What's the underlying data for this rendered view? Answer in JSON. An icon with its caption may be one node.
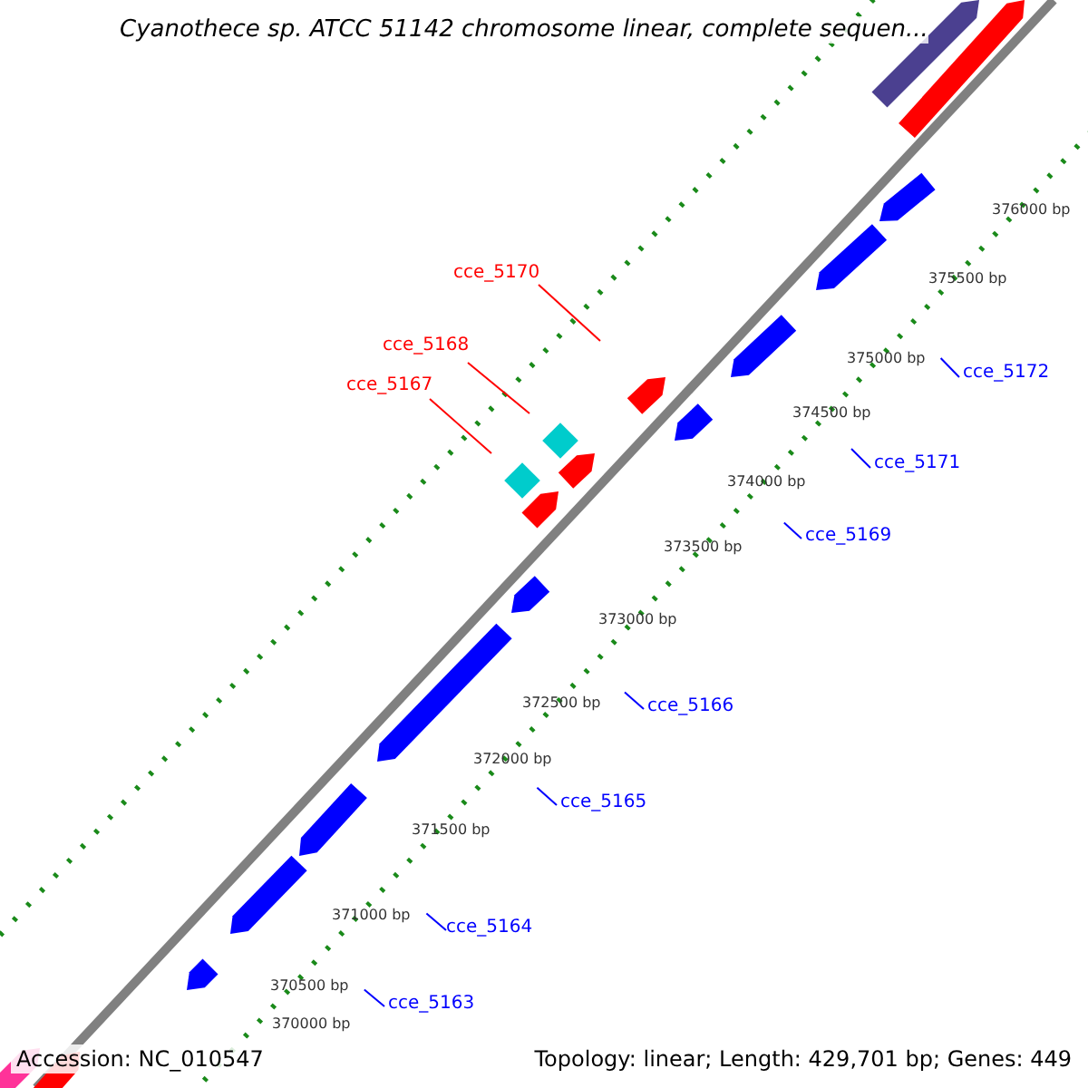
{
  "diagram": {
    "title": "Cyanothece sp. ATCC 51142 chromosome linear, complete sequen...",
    "nodes": [
      {
        "text": [
          "cce_5170"
        ]
      },
      {
        "text": [
          "cce_5168"
        ]
      },
      {
        "text": [
          "cce_5167"
        ]
      },
      {
        "text": [
          "cce_5172"
        ]
      },
      {
        "text": [
          "cce_5171"
        ]
      },
      {
        "text": [
          "cce_5169"
        ]
      },
      {
        "text": [
          "cce_5166"
        ]
      },
      {
        "text": [
          "cce_5165"
        ]
      },
      {
        "text": [
          "cce_5164"
        ]
      },
      {
        "text": [
          "cce_5163"
        ]
      }
    ],
    "edges": [
      {
        "from": 0,
        "to": null,
        "arrow": "none",
        "color": "#ff0000"
      },
      {
        "from": 1,
        "to": null,
        "arrow": "none",
        "color": "#ff0000"
      },
      {
        "from": 2,
        "to": null,
        "arrow": "none",
        "color": "#ff0000"
      },
      {
        "from": 3,
        "to": null,
        "arrow": "none"
      },
      {
        "from": 4,
        "to": null,
        "arrow": "none"
      },
      {
        "from": 5,
        "to": null,
        "arrow": "none"
      },
      {
        "from": 6,
        "to": null,
        "arrow": "none"
      },
      {
        "from": 7,
        "to": null,
        "arrow": "none"
      },
      {
        "from": 8,
        "to": null,
        "arrow": "none"
      },
      {
        "from": 9,
        "to": null,
        "arrow": "none"
      }
    ],
    "labels": [
      "376000 bp",
      "375500 bp",
      "375000 bp",
      "374500 bp",
      "374000 bp",
      "373500 bp",
      "373000 bp",
      "372500 bp",
      "372000 bp",
      "371500 bp",
      "371000 bp",
      "370500 bp",
      "370000 bp",
      "Accession: NC_010547",
      "Topology: linear; Length: 429,701 bp; Genes: 449"
    ]
  }
}
